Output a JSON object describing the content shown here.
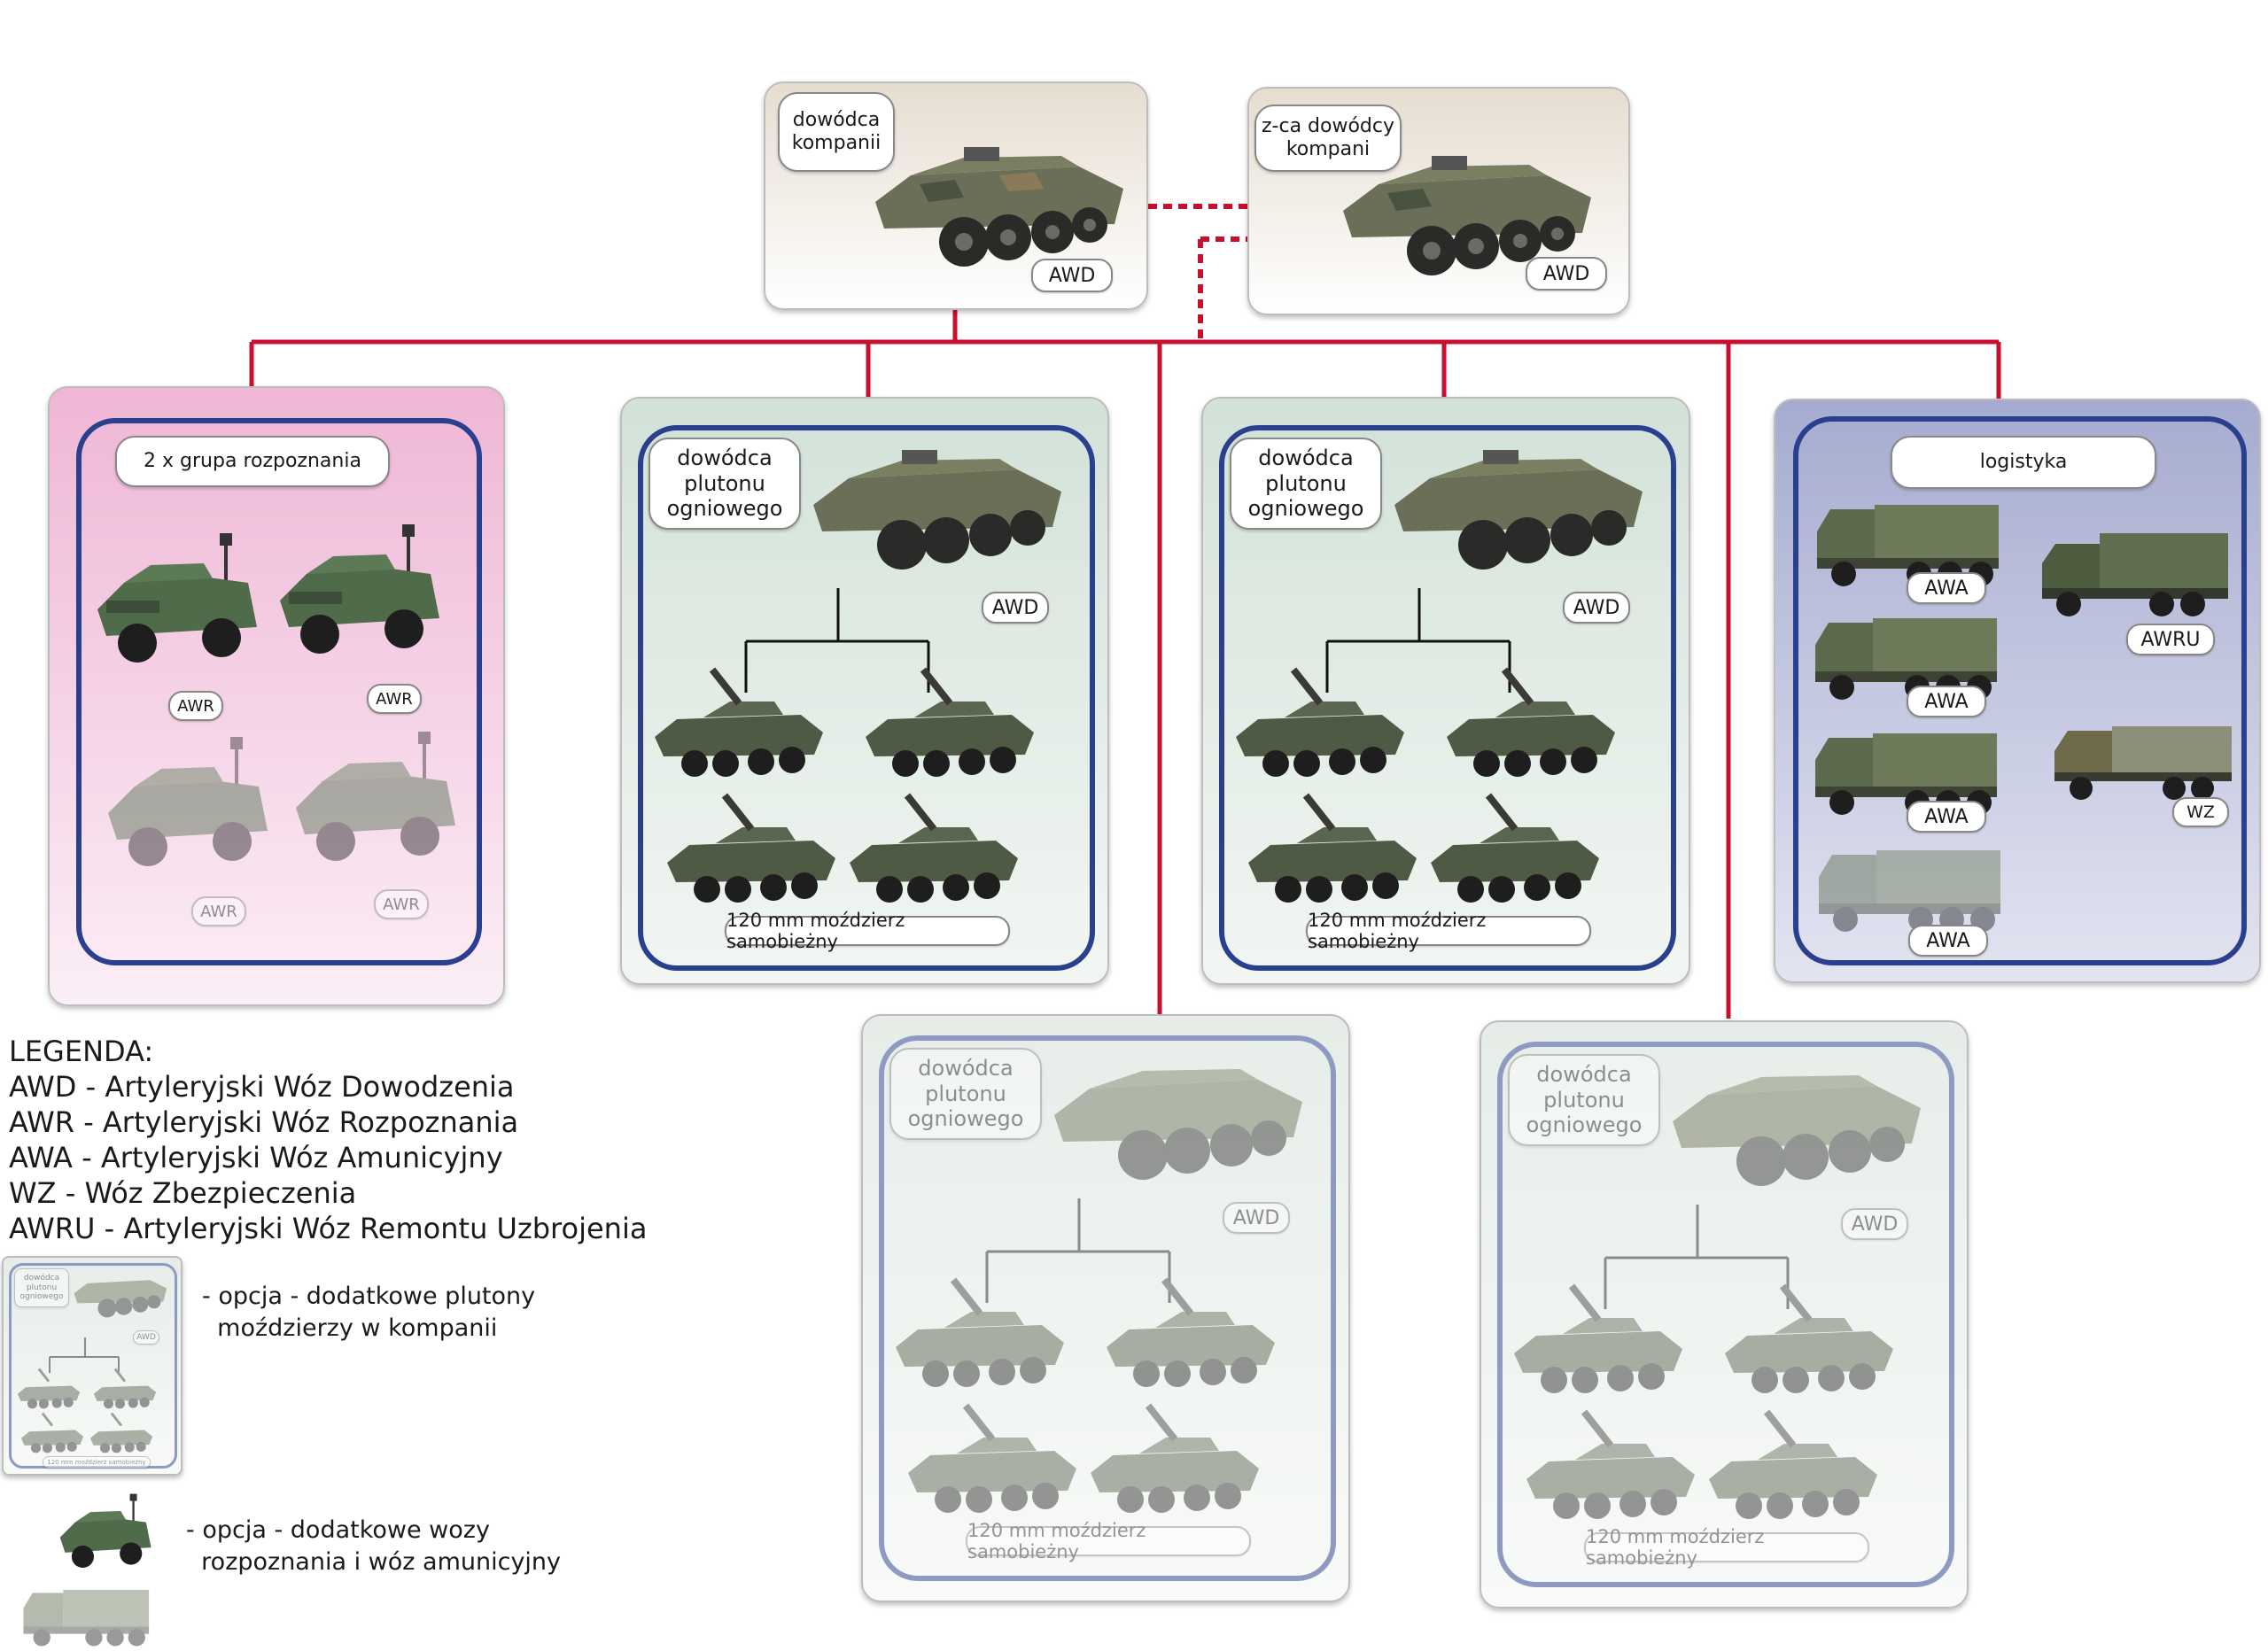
{
  "top": {
    "commander": {
      "title": "dowódca\nkompanii",
      "badge": "AWD"
    },
    "deputy": {
      "title": "z-ca dowódcy\nkompani",
      "badge": "AWD"
    }
  },
  "recon": {
    "title": "2 x grupa rozpoznania",
    "labels": [
      "AWR",
      "AWR",
      "AWR",
      "AWR"
    ]
  },
  "platoon": {
    "title": "dowódca\nplutonu\nogniowego",
    "badge": "AWD",
    "caption": "120 mm moździerz samobieżny"
  },
  "logistics": {
    "title": "logistyka",
    "labels": [
      "AWA",
      "AWA",
      "AWA",
      "AWA",
      "AWRU",
      "WZ"
    ]
  },
  "legend": {
    "heading": "LEGENDA:",
    "items": [
      "AWD - Artyleryjski Wóz Dowodzenia",
      "AWR - Artyleryjski Wóz Rozpoznania",
      "AWA - Artyleryjski Wóz Amunicyjny",
      "WZ - Wóz Zbezpieczenia",
      "AWRU - Artyleryjski Wóz Remontu Uzbrojenia"
    ],
    "mini": {
      "title": "dowódca\nplutonu\nogniowego",
      "badge": "AWD",
      "caption": "120 mm moździerz samobieżny"
    },
    "note1": "- opcja - dodatkowe plutony\n  moździerzy w kompanii",
    "note2": "- opcja - dodatkowe wozy\n  rozpoznania i wóz amunicyjny"
  },
  "colors": {
    "connector": "#c8102e",
    "frame": "#2b3f8f",
    "recon_bg": "#efb8d8",
    "platoon_bg": "#d5e3da",
    "logistics_bg": "#a9afd0"
  }
}
